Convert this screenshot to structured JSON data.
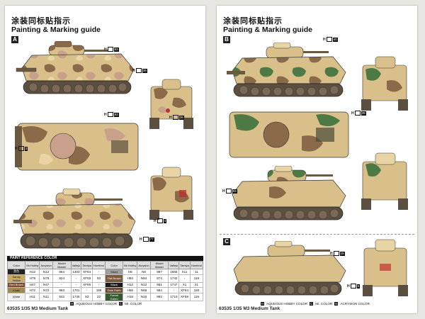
{
  "page_title_cn": "涂装同标贴指示",
  "page_title_en": "Painting & Marking guide",
  "footer_text": "63535 1/35 M3 Medium Tank",
  "schemes": {
    "a": "A",
    "b": "B",
    "c": "C"
  },
  "colors": {
    "sand": "#d9c08a",
    "light_sand": "#e8d4a4",
    "brown": "#8b6a4a",
    "dark": "#3a3a32",
    "green": "#4d7a44",
    "pink": "#c9a08a",
    "track": "#5a4f40"
  },
  "callouts_left": [
    {
      "h": "H",
      "num": "83"
    },
    {
      "h": "H",
      "num": "39"
    },
    {
      "h": "H",
      "num": "26"
    },
    {
      "h": "H",
      "num": "83"
    },
    {
      "h": "H",
      "num": "3"
    },
    {
      "h": "H",
      "num": "4"
    },
    {
      "h": "H",
      "num": "77"
    }
  ],
  "callouts_right": [
    {
      "h": "H",
      "num": "40"
    },
    {
      "h": "H",
      "num": "39"
    },
    {
      "h": "H",
      "num": "83"
    },
    {
      "h": "H",
      "num": "18"
    },
    {
      "h": "H",
      "num": "6"
    }
  ],
  "paint_reference": {
    "title": "PAINT REFERENCE COLOR",
    "headers": [
      "Color",
      "Mr.Hobby",
      "Acrysion",
      "Model Master",
      "Vallejo",
      "Tamiya",
      "Humbrol",
      "Color",
      "Mr.Hobby",
      "Acrysion",
      "Model Master",
      "Vallejo",
      "Tamiya",
      "Humbrol"
    ],
    "rows": [
      {
        "left": [
          "黑色",
          "H12",
          "N12",
          "864",
          "1402",
          "XF84",
          "-"
        ],
        "lcolor": "#222222",
        "right": [
          "Silver",
          "H8",
          "N8",
          "997",
          "1565",
          "X11",
          "11"
        ],
        "rcolor": "#9e9e9e"
      },
      {
        "left": [
          "Sandy Yellow",
          "H79",
          "N79",
          "824",
          "-",
          "XF59",
          "93"
        ],
        "lcolor": "#c9a86a",
        "right": [
          "Flat Brown",
          "H84",
          "N84",
          "874",
          "1742",
          "-",
          "119"
        ],
        "rcolor": "#7a5a3a"
      },
      {
        "left": [
          "Red Brown",
          "H47",
          "N47",
          "-",
          "-",
          "XF85",
          "-"
        ],
        "lcolor": "#7c4a2f",
        "right": [
          "Black",
          "H12",
          "N12",
          "861",
          "1747",
          "X1",
          "21"
        ],
        "rcolor": "#1a1a1a"
      },
      {
        "left": [
          "Khaki",
          "H72",
          "N72",
          "983",
          "1701",
          "-",
          "186"
        ],
        "lcolor": "#a08850",
        "right": [
          "Dark Earth",
          "H66",
          "N66",
          "984",
          "-",
          "XF64",
          "160"
        ],
        "rcolor": "#6b4a30"
      },
      {
        "left": [
          "White",
          "H11",
          "N11",
          "842",
          "1745",
          "X2",
          "22"
        ],
        "lcolor": "#f0f0f0",
        "right": [
          "Forest Green",
          "H18",
          "N18",
          "893",
          "1710",
          "XF58",
          "116"
        ],
        "rcolor": "#355a30"
      }
    ]
  },
  "legend": {
    "aqueous": "AQUEOUS HOBBY COLOR",
    "mrcolor": "Mr. COLOR",
    "acrysion": "ACRYSION COLOR",
    "h_label": "H",
    "c_label": "C",
    "n_label": "N"
  }
}
